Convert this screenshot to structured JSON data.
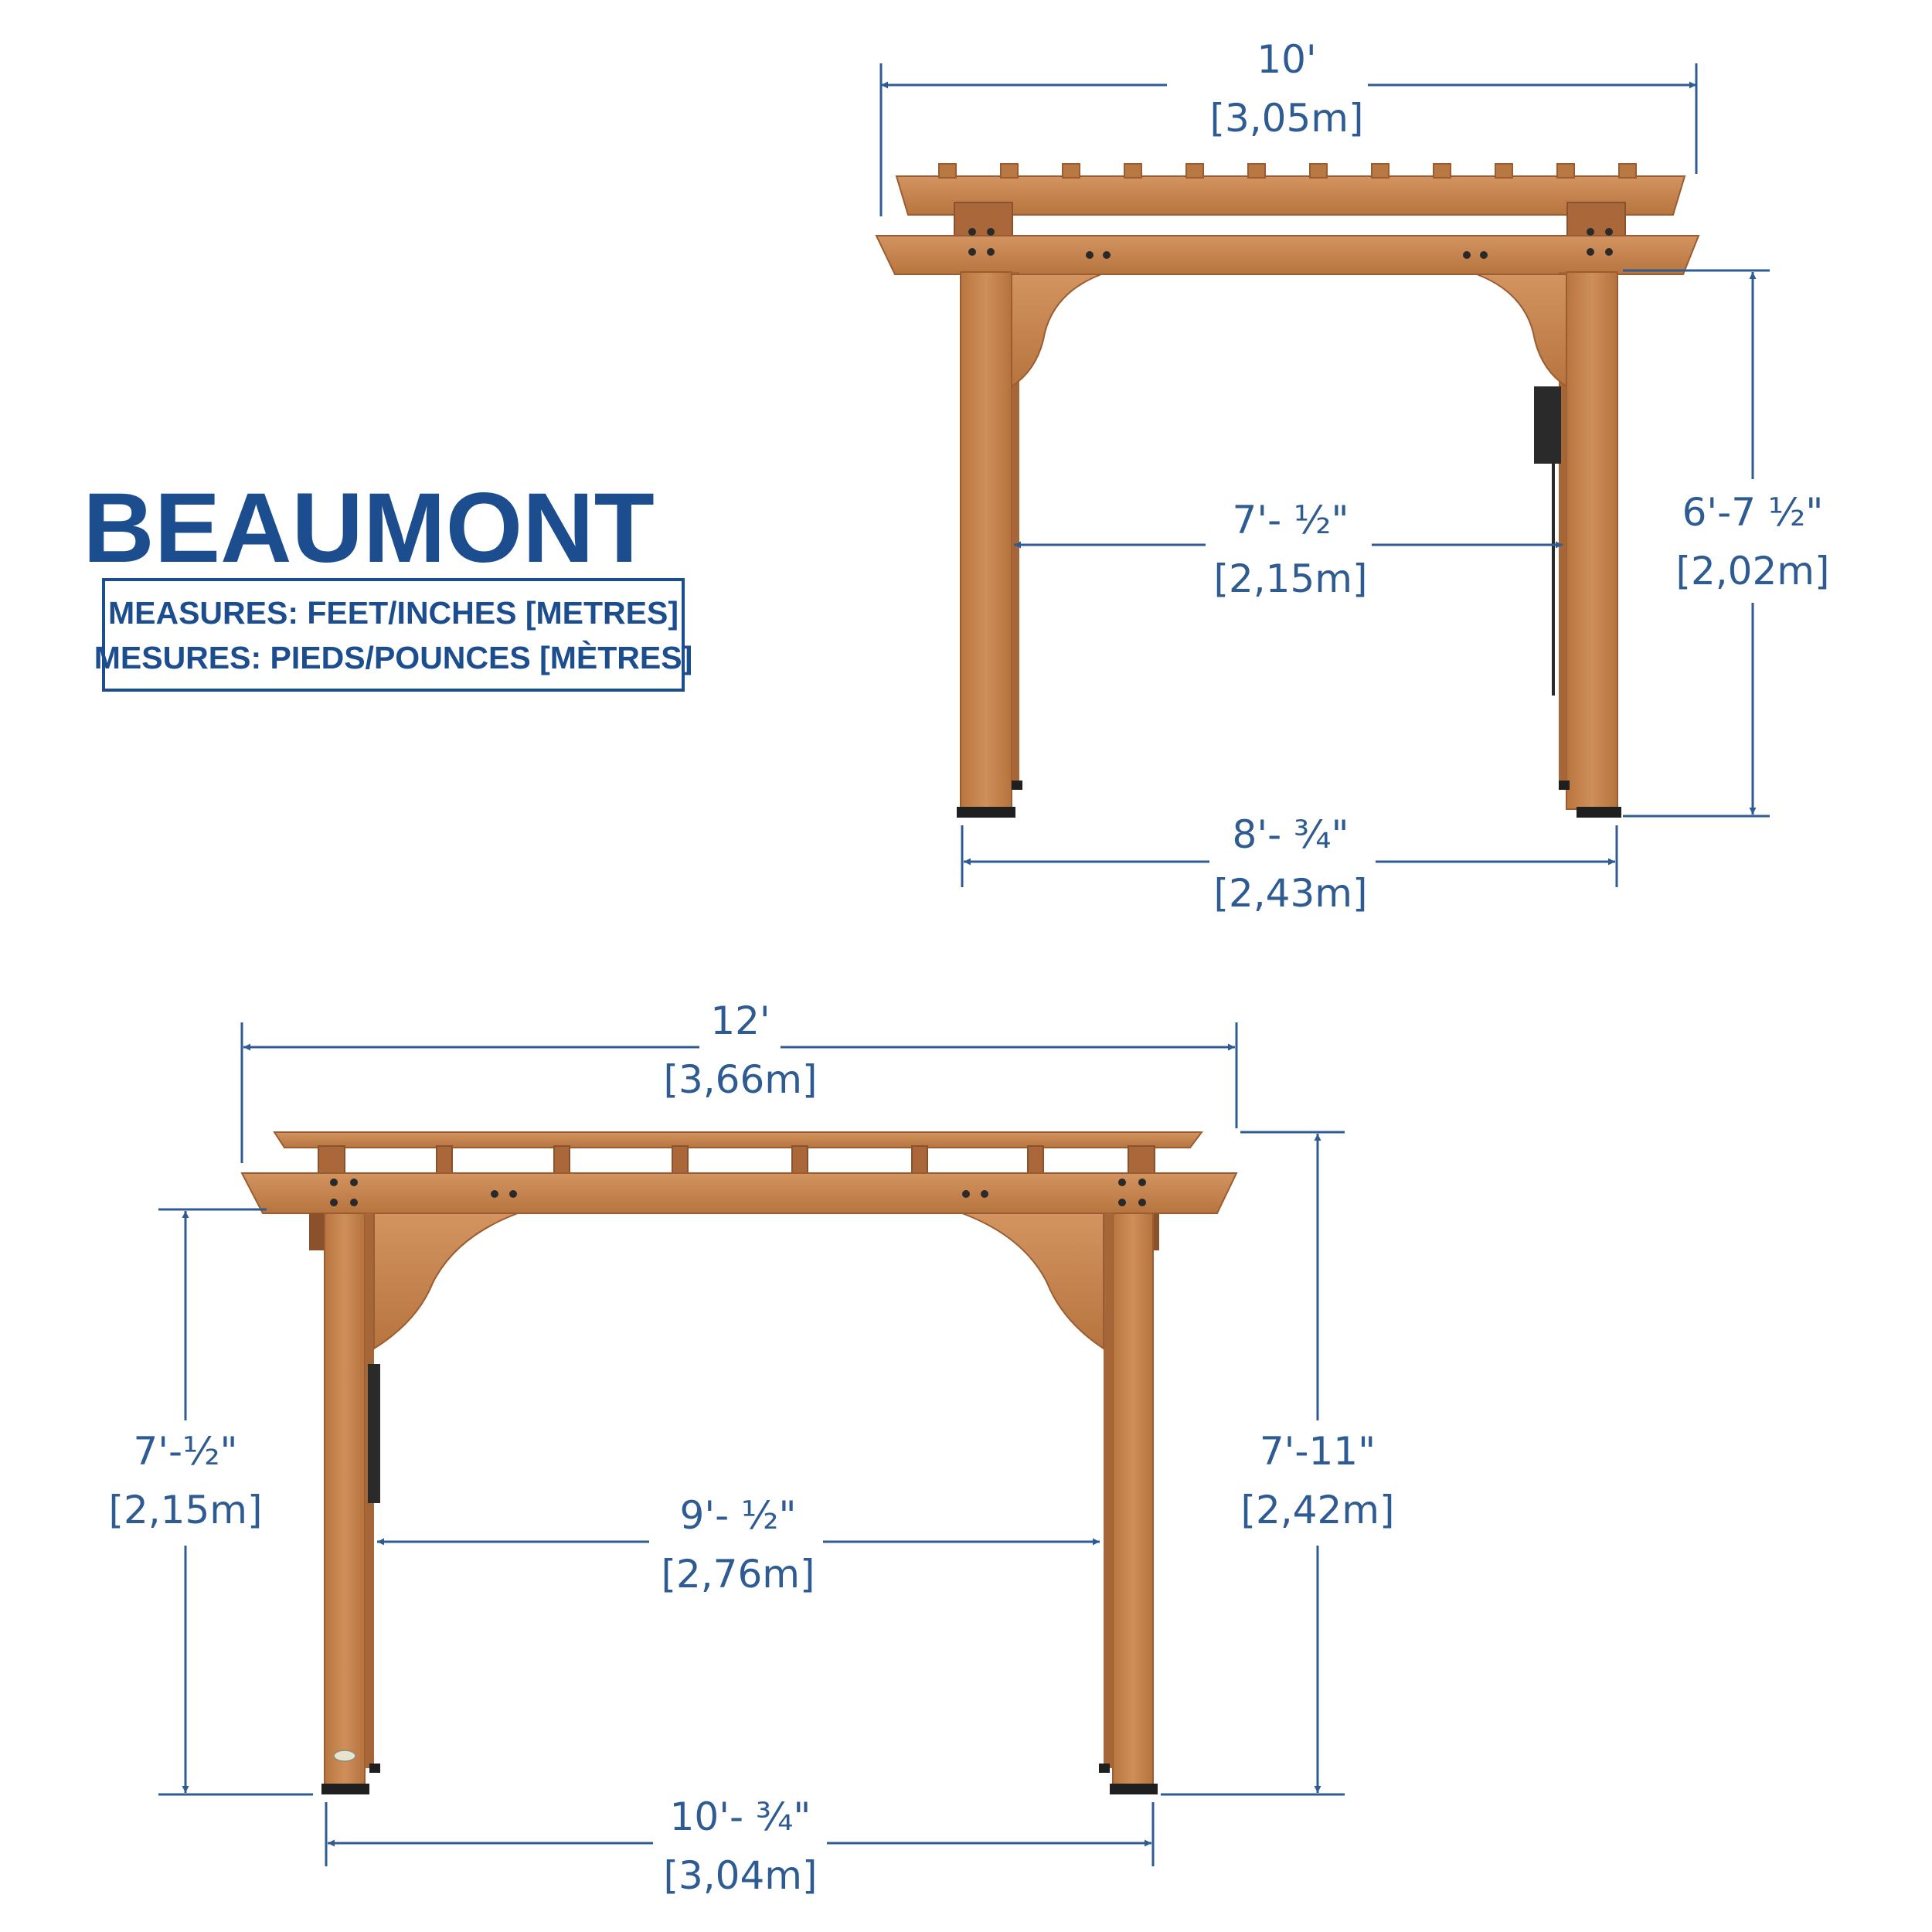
{
  "header": {
    "title": "BEAUMONT",
    "units_en": "MEASURES: FEET/INCHES [METRES]",
    "units_fr": "MESURES: PIEDS/POUNCES [MÈTRES]"
  },
  "colors": {
    "dimension": "#2f5b93",
    "title": "#1c4d8e",
    "wood": "#c27f4c",
    "wood_dark": "#a9673a",
    "hardware": "#1f1f1f"
  },
  "side_view": {
    "overall_width": {
      "imperial": "10'",
      "metric": "[3,05m]"
    },
    "clear_span": {
      "imperial": "7'- ½\"",
      "metric": "[2,15m]"
    },
    "height": {
      "imperial": "6'-7 ½\"",
      "metric": "[2,02m]"
    },
    "post_span": {
      "imperial": "8'- ¾\"",
      "metric": "[2,43m]"
    }
  },
  "front_view": {
    "overall_width": {
      "imperial": "12'",
      "metric": "[3,66m]"
    },
    "clear_height": {
      "imperial": "7'-½\"",
      "metric": "[2,15m]"
    },
    "clear_span": {
      "imperial": "9'- ½\"",
      "metric": "[2,76m]"
    },
    "total_height": {
      "imperial": "7'-11\"",
      "metric": "[2,42m]"
    },
    "post_span": {
      "imperial": "10'- ¾\"",
      "metric": "[3,04m]"
    }
  }
}
